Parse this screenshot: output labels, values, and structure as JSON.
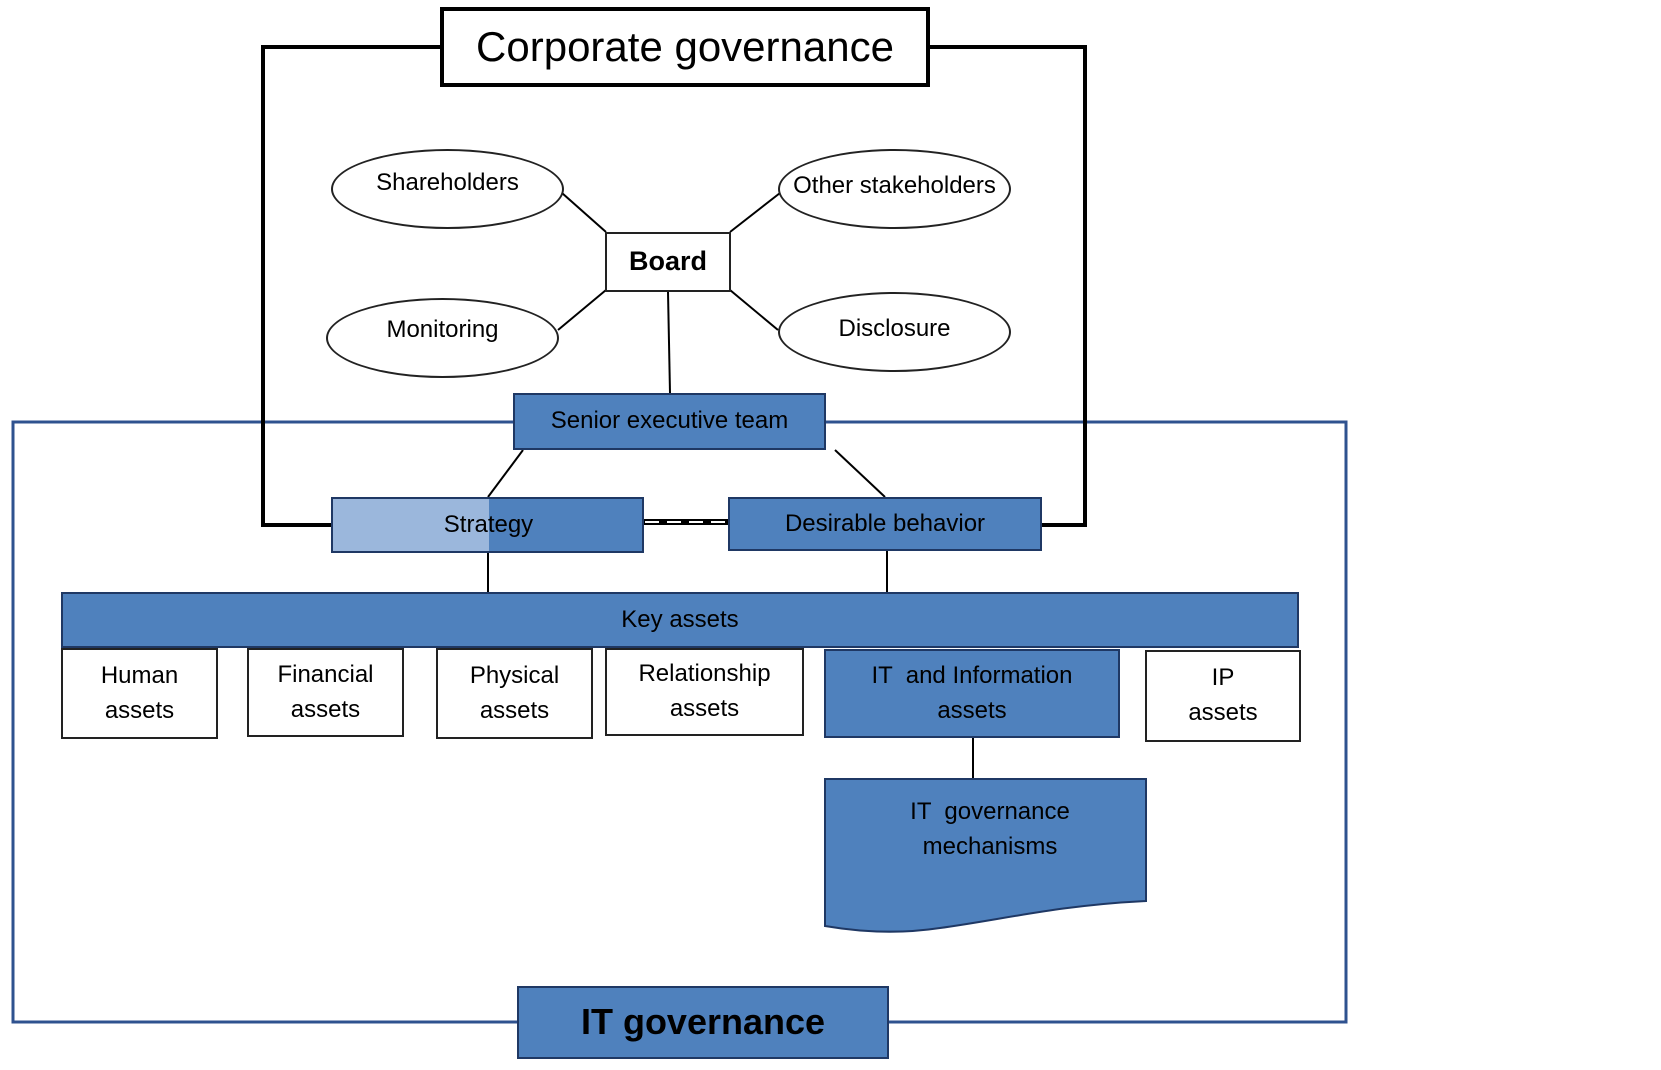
{
  "corporate_governance": {
    "title": "Corporate governance",
    "board": "Board",
    "shareholders": "Shareholders",
    "other_stakeholders": "Other stakeholders",
    "monitoring": "Monitoring",
    "disclosure": "Disclosure"
  },
  "executive": {
    "senior_team": "Senior executive team",
    "strategy": "Strategy",
    "desirable_behavior": "Desirable behavior"
  },
  "key_assets": {
    "label": "Key assets",
    "human": {
      "line1": "Human",
      "line2": "assets"
    },
    "financial": {
      "line1": "Financial",
      "line2": "assets"
    },
    "physical": {
      "line1": "Physical",
      "line2": "assets"
    },
    "relationship": {
      "line1": "Relationship",
      "line2": "assets"
    },
    "it_information": {
      "line1": "IT  and Information",
      "line2": "assets"
    },
    "ip": {
      "line1": "IP",
      "line2": "assets"
    }
  },
  "it_governance": {
    "mechanisms": {
      "line1": "IT  governance",
      "line2": "mechanisms"
    },
    "title": "IT governance"
  },
  "colors": {
    "accent_blue": "#4f81bd",
    "frame_blue": "#2f528f",
    "strategy_highlight": "#9bb7dc"
  }
}
